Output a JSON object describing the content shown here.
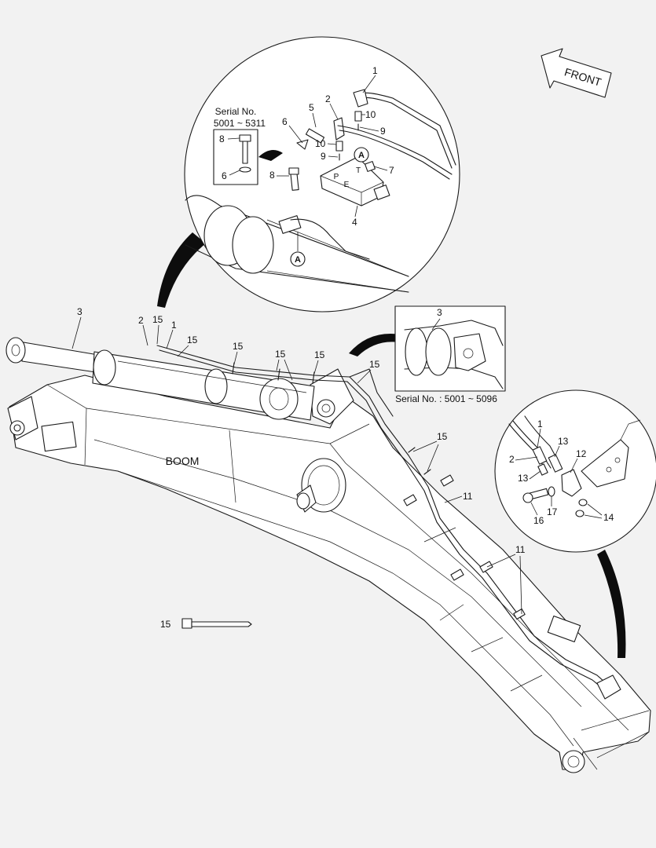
{
  "diagram": {
    "front_label": "FRONT",
    "boom_label": "BOOM",
    "detail_upper": {
      "serial_title": "Serial No.",
      "serial_range": "5001 ~ 5311",
      "port_p": "P",
      "port_t": "T",
      "port_e": "E",
      "ref_a": "A"
    },
    "detail_mid": {
      "serial_caption": "Serial No. : 5001 ~ 5096"
    },
    "callouts": {
      "c1": "1",
      "c2": "2",
      "c3": "3",
      "c4": "4",
      "c5": "5",
      "c6": "6",
      "c7": "7",
      "c8": "8",
      "c9": "9",
      "c10": "10",
      "c11": "11",
      "c12": "12",
      "c13": "13",
      "c14": "14",
      "c15": "15",
      "c16": "16",
      "c17": "17"
    }
  }
}
